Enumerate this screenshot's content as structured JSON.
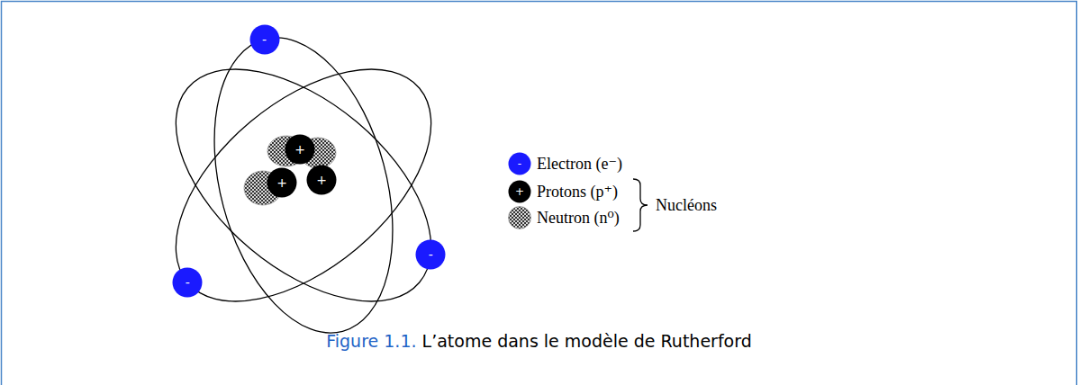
{
  "diagram": {
    "caption": "Figure 1.1. L’atome dans le modèle de Rutherford",
    "nodes": [
      {
        "text": [
          "-"
        ]
      },
      {
        "text": [
          "+"
        ]
      },
      {
        "text": [
          "+"
        ]
      },
      {
        "text": [
          "+"
        ]
      },
      {
        "text": [
          "-"
        ]
      },
      {
        "text": [
          "-"
        ]
      }
    ],
    "labels": [
      "-",
      "+",
      "Nucléons"
    ],
    "legend": [
      {
        "text": "Electron (e⁻)",
        "color": "#1a1aff"
      },
      {
        "text": "Protons (p⁺)",
        "color": "#000000"
      },
      {
        "text": "Neutron (n⁰)"
      }
    ]
  }
}
